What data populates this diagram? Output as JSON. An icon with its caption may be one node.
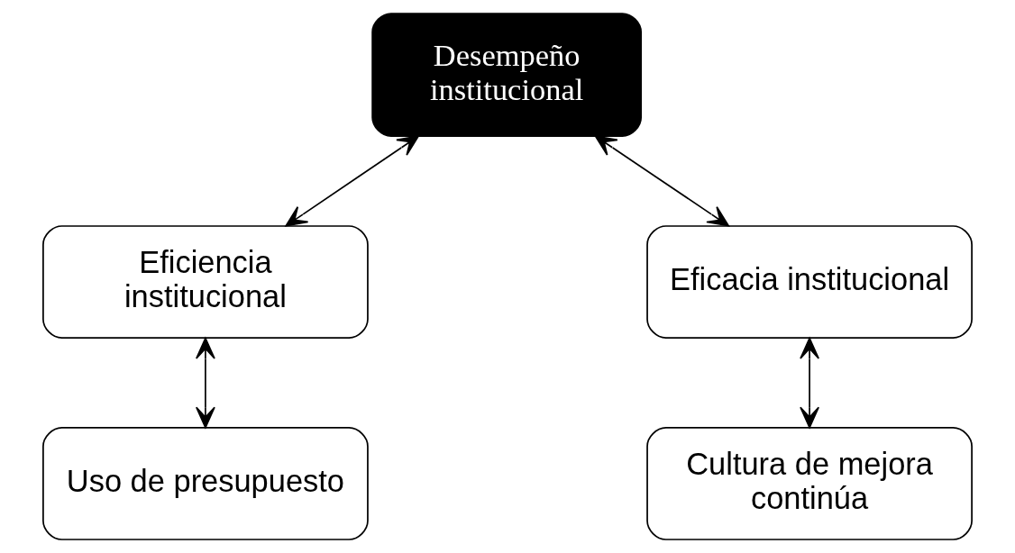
{
  "diagram": {
    "nodes": [
      {
        "text": [
          "Desempeño institucional"
        ]
      },
      {
        "text": [
          "Eficiencia institucional"
        ]
      },
      {
        "text": [
          "Eficacia institucional"
        ]
      },
      {
        "text": [
          "Uso de presupuesto"
        ]
      },
      {
        "text": [
          "Cultura de mejora continúa"
        ]
      }
    ],
    "edges": [
      {
        "from": 0,
        "to": 1,
        "arrow": "both"
      },
      {
        "from": 0,
        "to": 2,
        "arrow": "both"
      },
      {
        "from": 1,
        "to": 3,
        "arrow": "both"
      },
      {
        "from": 2,
        "to": 4,
        "arrow": "both"
      }
    ]
  }
}
